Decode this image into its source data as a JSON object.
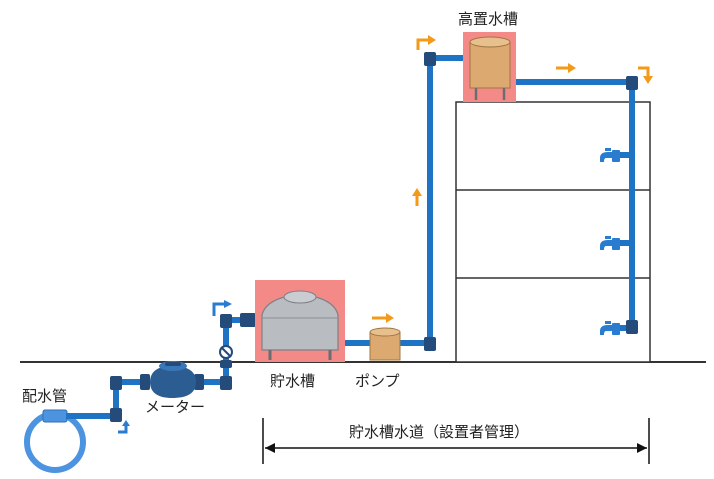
{
  "labels": {
    "distribution_pipe": "配水管",
    "meter": "メーター",
    "storage_tank": "貯水槽",
    "pump": "ポンプ",
    "elevated_tank": "高置水槽",
    "system_span": "貯水槽水道（設置者管理）"
  },
  "colors": {
    "pipe_blue": "#1f73c4",
    "pipe_joint": "#244b7a",
    "flow_arrow_orange": "#f39a1a",
    "flow_arrow_blue": "#2a7cd0",
    "highlight_red": "#f48a87",
    "tank_gray": "#b9bcc0",
    "tank_tan": "#dcaa70",
    "ring_blue": "#4d94e0"
  },
  "icons": {
    "flow_up": "up-arrow",
    "flow_right": "right-arrow",
    "flow_down": "down-arrow",
    "faucet": "faucet-icon",
    "valve": "valve-icon"
  }
}
